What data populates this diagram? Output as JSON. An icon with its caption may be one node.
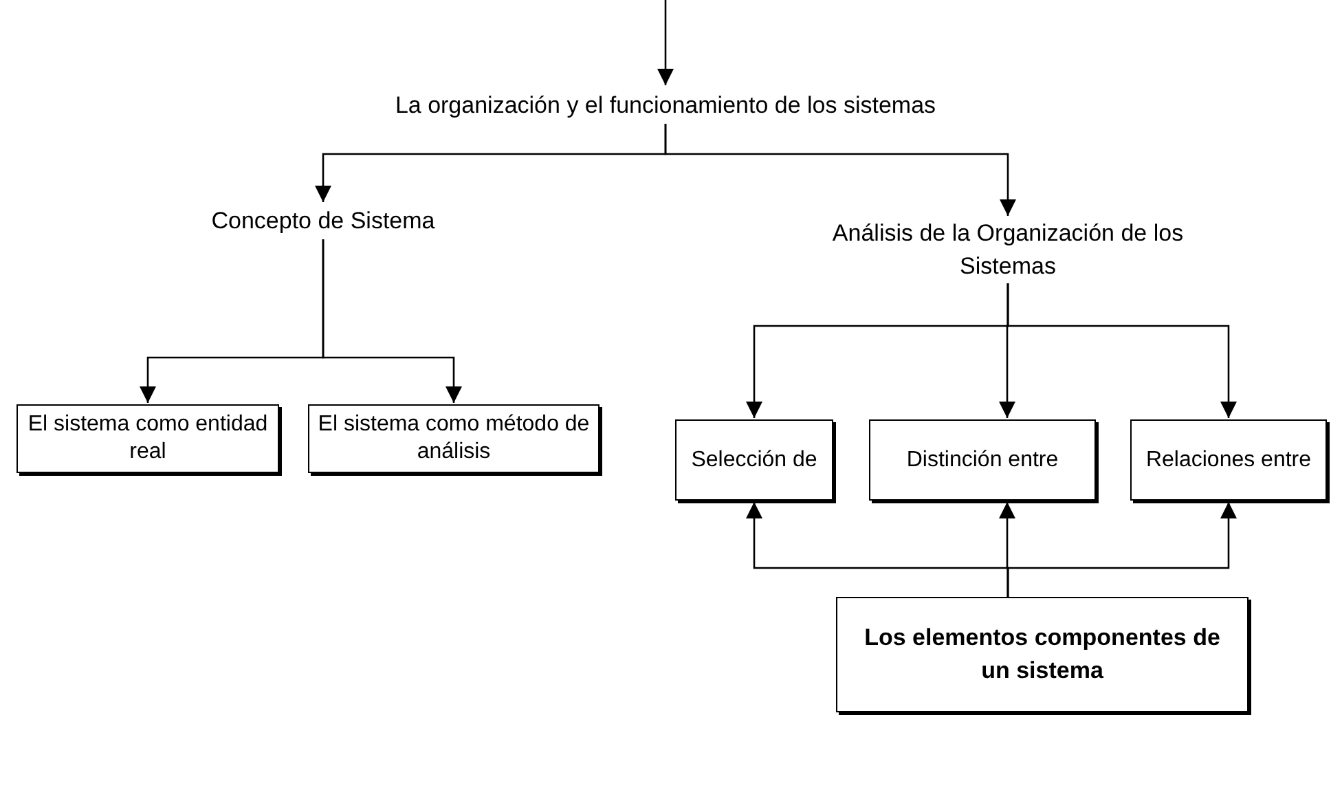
{
  "diagram": {
    "nodes": [
      {
        "text": [
          "La organización y el funcionamiento de los sistemas"
        ]
      },
      {
        "text": [
          "Concepto de Sistema"
        ]
      },
      {
        "text": [
          "Análisis de la Organización de los Sistemas"
        ]
      },
      {
        "text": [
          "El sistema como entidad real"
        ]
      },
      {
        "text": [
          "El sistema como método de análisis"
        ]
      },
      {
        "text": [
          "Selección de"
        ]
      },
      {
        "text": [
          "Distinción entre"
        ]
      },
      {
        "text": [
          "Relaciones entre"
        ]
      },
      {
        "text": [
          "Los elementos componentes de un sistema"
        ]
      }
    ],
    "edges": [
      {
        "from": null,
        "to": 0,
        "arrow": "to"
      },
      {
        "from": 0,
        "to": 1,
        "arrow": "to"
      },
      {
        "from": 0,
        "to": 2,
        "arrow": "to"
      },
      {
        "from": 1,
        "to": 3,
        "arrow": "to"
      },
      {
        "from": 1,
        "to": 4,
        "arrow": "to"
      },
      {
        "from": 2,
        "to": 5,
        "arrow": "to"
      },
      {
        "from": 2,
        "to": 6,
        "arrow": "to"
      },
      {
        "from": 2,
        "to": 7,
        "arrow": "to"
      },
      {
        "from": 8,
        "to": 5,
        "arrow": "to"
      },
      {
        "from": 8,
        "to": 6,
        "arrow": "to"
      },
      {
        "from": 8,
        "to": 7,
        "arrow": "to"
      }
    ]
  }
}
